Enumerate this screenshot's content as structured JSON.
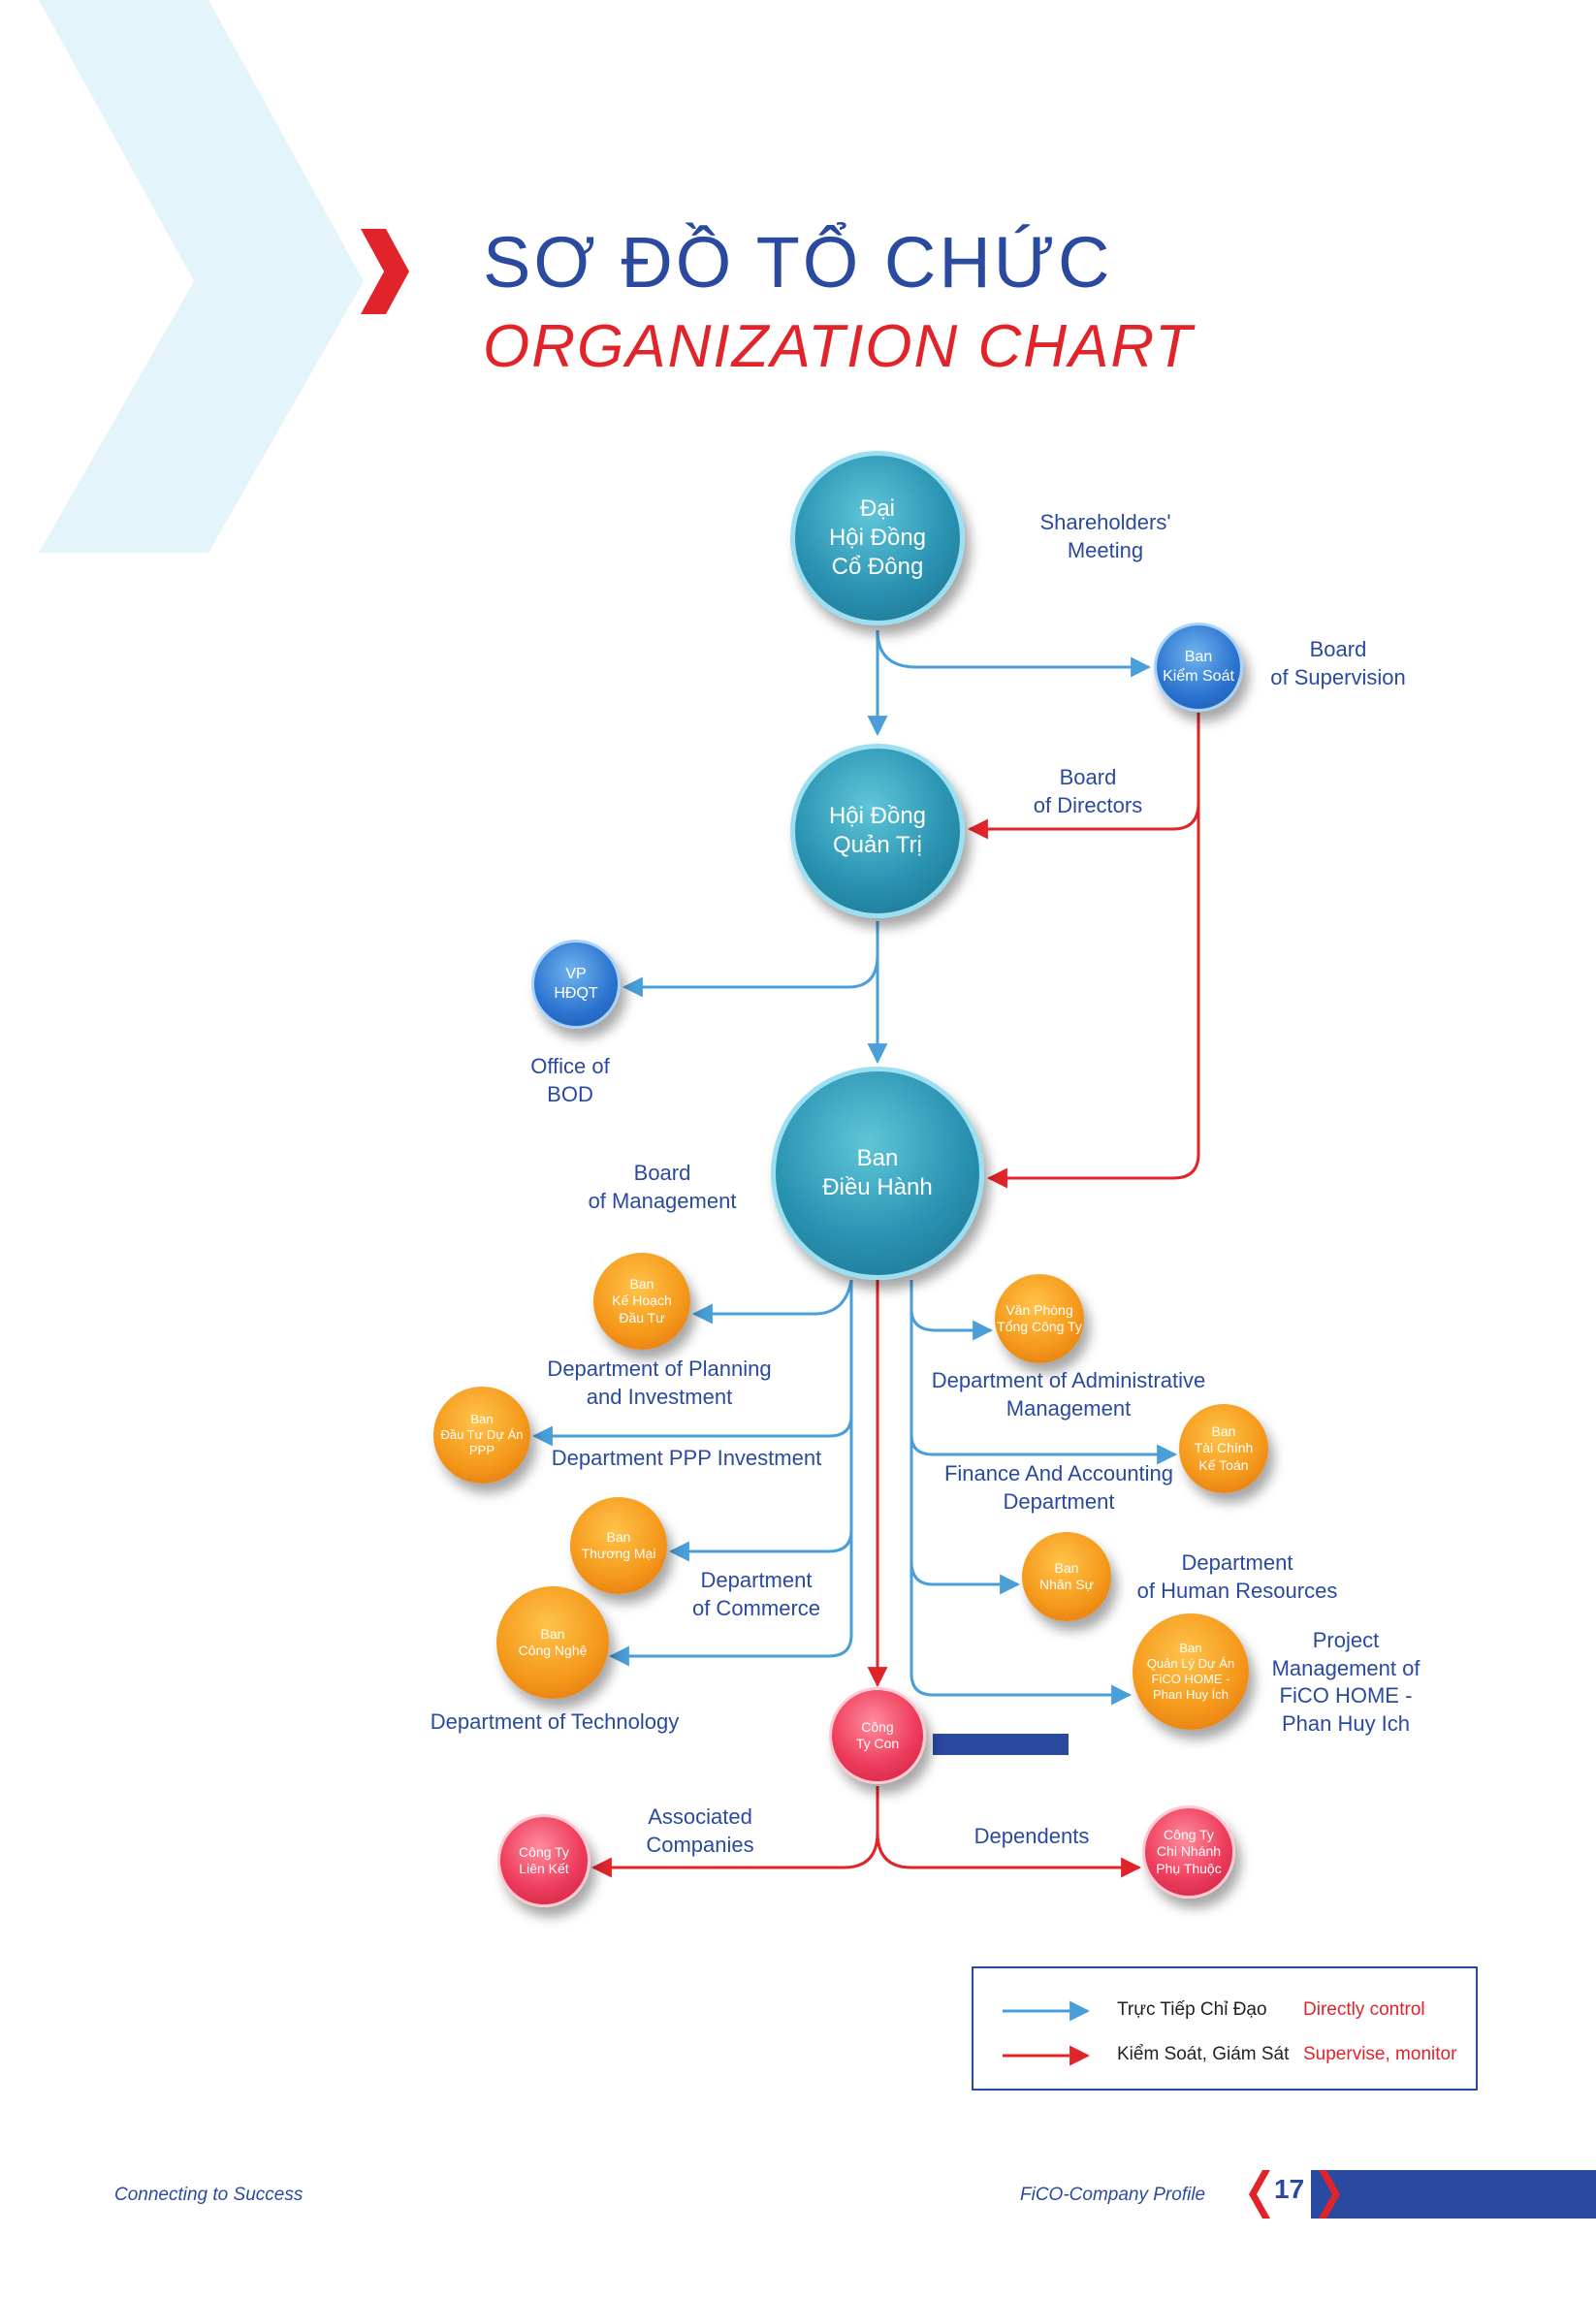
{
  "title": {
    "vietnamese": "SƠ ĐỒ TỔ CHỨC",
    "english": "ORGANIZATION CHART"
  },
  "nodes": [
    {
      "id": "dhdcd",
      "text": "Đại\nHội Đồng\nCổ Đông",
      "label": "Shareholders'\nMeeting",
      "color": "#2a93b2"
    },
    {
      "id": "bks",
      "text": "Ban\nKiểm Soát",
      "label": "Board\nof Supervision",
      "color": "#2a72cf"
    },
    {
      "id": "hdqt",
      "text": "Hội Đồng\nQuản Trị",
      "label": "Board\nof Directors",
      "color": "#2a93b2"
    },
    {
      "id": "vphdqt",
      "text": "VP\nHĐQT",
      "label": "Office of\nBOD",
      "color": "#2a72cf"
    },
    {
      "id": "bdh",
      "text": "Ban\nĐiều Hành",
      "label": "Board\nof Management",
      "color": "#2a93b2"
    },
    {
      "id": "khdt",
      "text": "Ban\nKế Hoạch\nĐầu Tư",
      "label": "Department of Planning\nand Investment",
      "color": "#f59a1c"
    },
    {
      "id": "ppp",
      "text": "Ban\nĐầu Tư Dự Án\nPPP",
      "label": "Department PPP Investment",
      "color": "#f59a1c"
    },
    {
      "id": "tm",
      "text": "Ban\nThương Mại",
      "label": "Department\nof Commerce",
      "color": "#f59a1c"
    },
    {
      "id": "cn",
      "text": "Ban\nCông Nghệ",
      "label": "Department of Technology",
      "color": "#f59a1c"
    },
    {
      "id": "vptct",
      "text": "Văn Phòng\nTổng Công Ty",
      "label": "Department of Administrative\nManagement",
      "color": "#f59a1c"
    },
    {
      "id": "tckt",
      "text": "Ban\nTài Chính\nKế Toán",
      "label": "Finance And Accounting\nDepartment",
      "color": "#f59a1c"
    },
    {
      "id": "ns",
      "text": "Ban\nNhân Sự",
      "label": "Department\nof Human Resources",
      "color": "#f59a1c"
    },
    {
      "id": "qlda",
      "text": "Ban\nQuản Lý Dự Án\nFiCO HOME -\nPhan Huy Ích",
      "label": "Project\nManagement of\nFiCO HOME -\nPhan Huy Ich",
      "color": "#f59a1c"
    },
    {
      "id": "ctc",
      "text": "Công\nTy Con",
      "label": "",
      "color": "#ee3d5c"
    },
    {
      "id": "ctlk",
      "text": "Công Ty\nLiên Kết",
      "label": "Associated\nCompanies",
      "color": "#ee3d5c"
    },
    {
      "id": "ctcn",
      "text": "Công Ty\nChi Nhánh\nPhụ Thuộc",
      "label": "Dependents",
      "color": "#ee3d5c"
    }
  ],
  "edges": [
    {
      "from": "dhdcd",
      "to": "hdqt",
      "kind": "direct"
    },
    {
      "from": "dhdcd",
      "to": "bks",
      "kind": "direct"
    },
    {
      "from": "bks",
      "to": "hdqt",
      "kind": "supervise"
    },
    {
      "from": "bks",
      "to": "bdh",
      "kind": "supervise"
    },
    {
      "from": "hdqt",
      "to": "vphdqt",
      "kind": "direct"
    },
    {
      "from": "hdqt",
      "to": "bdh",
      "kind": "direct"
    },
    {
      "from": "bdh",
      "to": "khdt",
      "kind": "direct"
    },
    {
      "from": "bdh",
      "to": "ppp",
      "kind": "direct"
    },
    {
      "from": "bdh",
      "to": "tm",
      "kind": "direct"
    },
    {
      "from": "bdh",
      "to": "cn",
      "kind": "direct"
    },
    {
      "from": "bdh",
      "to": "vptct",
      "kind": "direct"
    },
    {
      "from": "bdh",
      "to": "tckt",
      "kind": "direct"
    },
    {
      "from": "bdh",
      "to": "ns",
      "kind": "direct"
    },
    {
      "from": "bdh",
      "to": "qlda",
      "kind": "direct"
    },
    {
      "from": "bdh",
      "to": "ctc",
      "kind": "supervise"
    },
    {
      "from": "ctc",
      "to": "ctlk",
      "kind": "supervise"
    },
    {
      "from": "ctc",
      "to": "ctcn",
      "kind": "supervise"
    }
  ],
  "legend": {
    "direct_vn": "Trực Tiếp Chỉ Đạo",
    "direct_en": "Directly control",
    "supervise_vn": "Kiểm Soát, Giám Sát",
    "supervise_en": "Supervise, monitor"
  },
  "colors": {
    "direct_line": "#4a9fd8",
    "supervise_line": "#e0242a",
    "title_blue": "#2a4aa0",
    "title_red": "#e0242a",
    "banner_blue": "#2a4aa0"
  },
  "footer": {
    "left": "Connecting to Success",
    "right": "FiCO-Company Profile",
    "page": "17"
  }
}
